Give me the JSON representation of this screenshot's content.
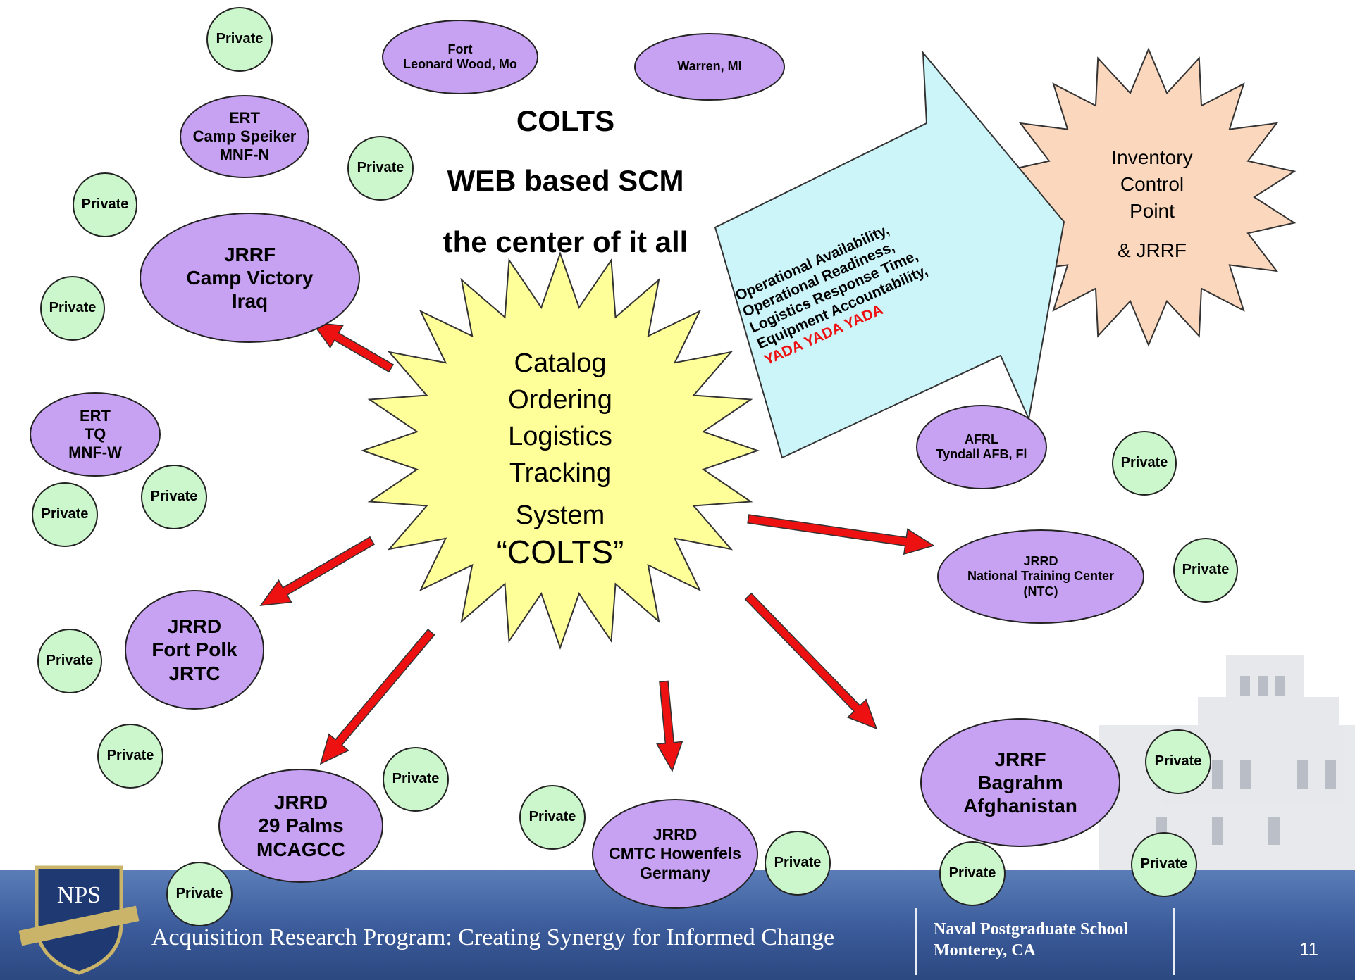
{
  "title_lines": [
    "COLTS",
    "WEB based SCM",
    "the center of it all"
  ],
  "center_starburst": {
    "lines": [
      "Catalog",
      "Ordering",
      "Logistics",
      "Tracking",
      "System",
      "“COLTS”"
    ]
  },
  "inventory_starburst": {
    "lines": [
      "Inventory",
      "Control",
      "Point",
      "& JRRF"
    ]
  },
  "big_arrow": {
    "lines": [
      "Operational Availability,",
      "Operational Readiness,",
      "Logistics Response Time,",
      "Equipment Accountability,"
    ],
    "highlight": "YADA YADA YADA"
  },
  "nodes": {
    "fort_leonard_wood": [
      "Fort",
      "Leonard Wood, Mo"
    ],
    "warren": [
      "Warren, MI"
    ],
    "ert_camp_speiker": [
      "ERT",
      "Camp Speiker",
      "MNF-N"
    ],
    "jrrf_camp_victory": [
      "JRRF",
      "Camp Victory",
      "Iraq"
    ],
    "ert_tq": [
      "ERT",
      "TQ",
      "MNF-W"
    ],
    "jrrd_fort_polk": [
      "JRRD",
      "Fort Polk",
      "JRTC"
    ],
    "jrrd_29_palms": [
      "JRRD",
      "29 Palms",
      "MCAGCC"
    ],
    "jrrd_cmtc": [
      "JRRD",
      "CMTC Howenfels",
      "Germany"
    ],
    "jrrf_bagrahm": [
      "JRRF",
      "Bagrahm",
      "Afghanistan"
    ],
    "jrrd_ntc": [
      "JRRD",
      "National Training Center",
      "(NTC)"
    ],
    "afrl": [
      "AFRL",
      "Tyndall AFB, Fl"
    ]
  },
  "private_label": "Private",
  "footer": {
    "program": "Acquisition Research Program: Creating Synergy for Informed Change",
    "school_line1": "Naval Postgraduate School",
    "school_line2": "Monterey, CA",
    "page_number": "11",
    "logo_text": "NPS"
  },
  "colors": {
    "node_purple": "#c8a2f2",
    "node_green": "#ccf7cc",
    "starburst_yellow": "#ffff99",
    "starburst_peach": "#fbd8bd",
    "arrow_blue": "#ccf5fa",
    "arrow_red": "#ee1111",
    "footer_blue": "#3a5a99"
  }
}
